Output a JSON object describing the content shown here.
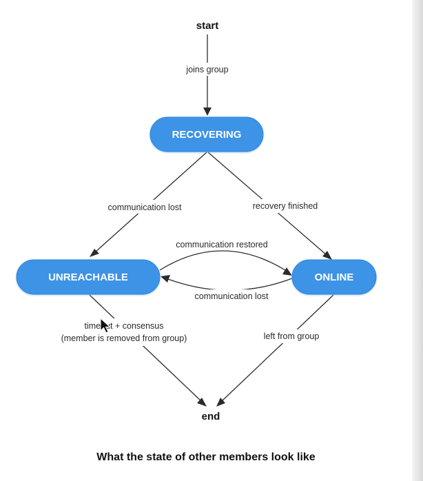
{
  "diagram": {
    "terminals": {
      "start": "start",
      "end": "end"
    },
    "states": {
      "recovering": "RECOVERING",
      "unreachable": "UNREACHABLE",
      "online": "ONLINE"
    },
    "transitions": {
      "joins_group": "joins group",
      "communication_lost_left": "communication lost",
      "recovery_finished": "recovery finished",
      "communication_restored": "communication restored",
      "communication_lost_bottom": "communication lost",
      "timeout_consensus": "timeout + consensus",
      "member_removed": "(member is removed from group)",
      "left_from_group": "left from group"
    },
    "colors": {
      "state_fill": "#3d93e6",
      "arrow": "#2b2b2b"
    }
  },
  "caption": "What the state of other members look like"
}
